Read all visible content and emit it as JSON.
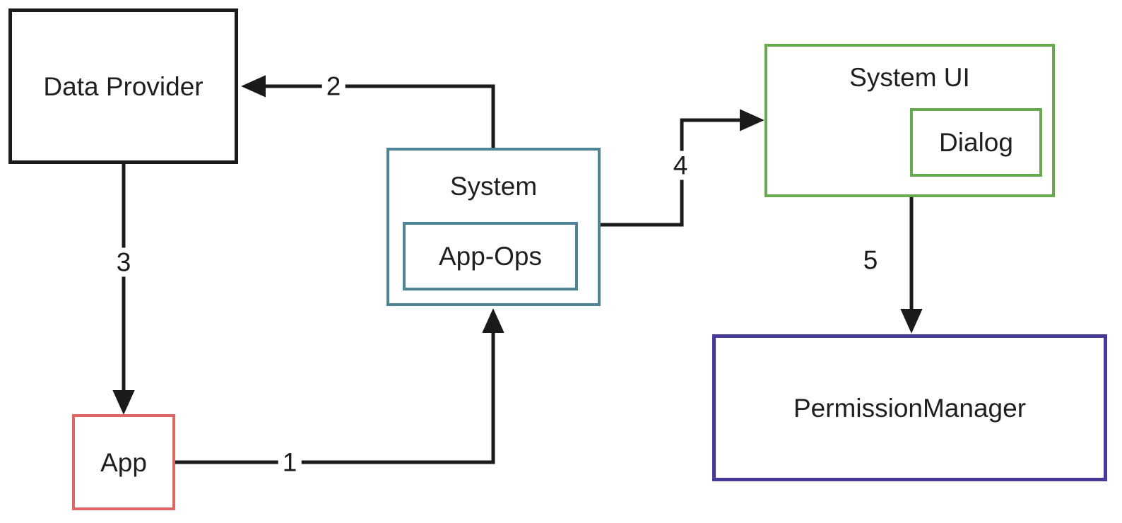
{
  "diagram": {
    "background_color": "#ffffff",
    "line_color": "#1a1a1a",
    "nodes": [
      {
        "id": "data-provider",
        "label": "Data Provider",
        "border_color": "#1a1a1a"
      },
      {
        "id": "app",
        "label": "App",
        "border_color": "#e06666"
      },
      {
        "id": "system",
        "label": "System",
        "border_color": "#4d8496"
      },
      {
        "id": "app-ops",
        "label": "App-Ops",
        "border_color": "#4d8496",
        "parent": "system"
      },
      {
        "id": "system-ui",
        "label": "System UI",
        "border_color": "#6aa84f"
      },
      {
        "id": "dialog",
        "label": "Dialog",
        "border_color": "#6aa84f",
        "parent": "system-ui"
      },
      {
        "id": "permission-manager",
        "label": "PermissionManager",
        "border_color": "#453a97"
      }
    ],
    "edges": [
      {
        "label": "1",
        "from": "app",
        "to": "system"
      },
      {
        "label": "2",
        "from": "system",
        "to": "data-provider"
      },
      {
        "label": "3",
        "from": "data-provider",
        "to": "app"
      },
      {
        "label": "4",
        "from": "system",
        "to": "system-ui"
      },
      {
        "label": "5",
        "from": "system-ui",
        "to": "permission-manager"
      }
    ]
  }
}
